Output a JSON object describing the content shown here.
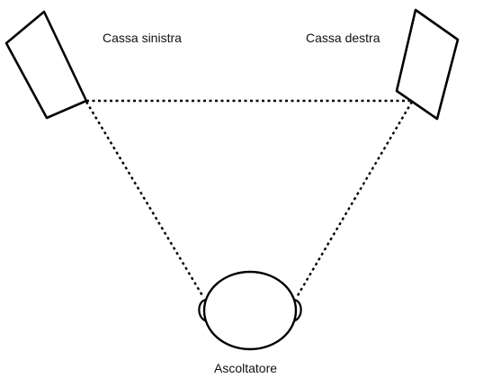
{
  "labels": {
    "left_speaker": "Cassa sinistra",
    "right_speaker": "Cassa destra",
    "listener": "Ascoltatore"
  },
  "colors": {
    "stroke": "#000000",
    "text": "#111111",
    "background": "#ffffff"
  }
}
